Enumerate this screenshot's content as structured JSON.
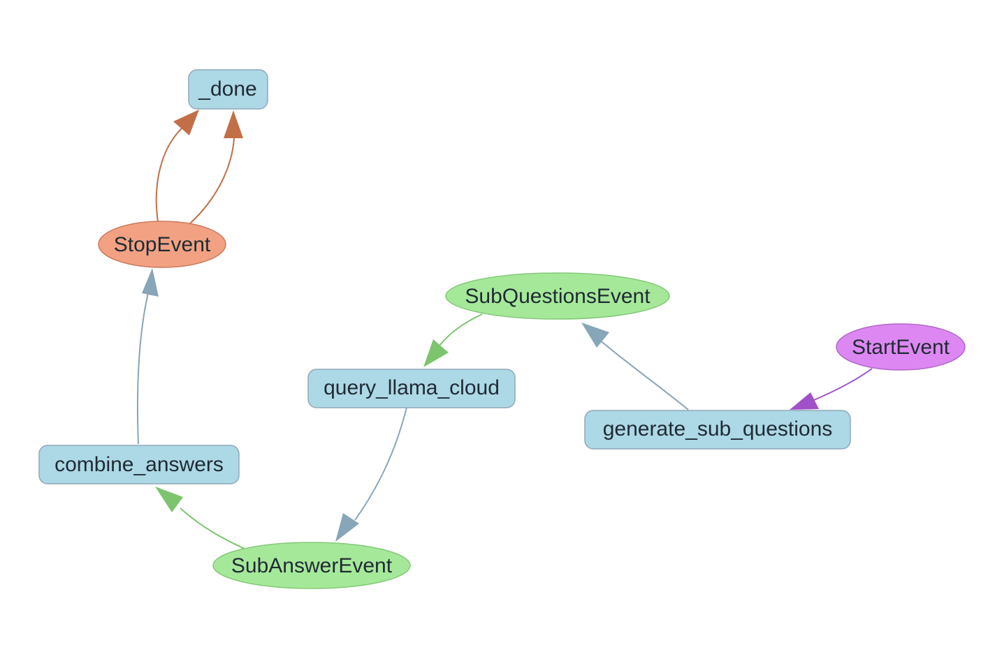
{
  "colors": {
    "step_node": "#add8e6",
    "event_node": "#a6e89a",
    "stop_event": "#f2a283",
    "start_event": "#dd88f2",
    "edge_step": "#87a6b8",
    "edge_event": "#7cc46d",
    "edge_stop": "#c26f47",
    "edge_start": "#a050c8"
  },
  "nodes": {
    "done": "_done",
    "stop_event": "StopEvent",
    "sub_questions_event": "SubQuestionsEvent",
    "start_event": "StartEvent",
    "query_llama_cloud": "query_llama_cloud",
    "generate_sub_questions": "generate_sub_questions",
    "combine_answers": "combine_answers",
    "sub_answer_event": "SubAnswerEvent"
  }
}
